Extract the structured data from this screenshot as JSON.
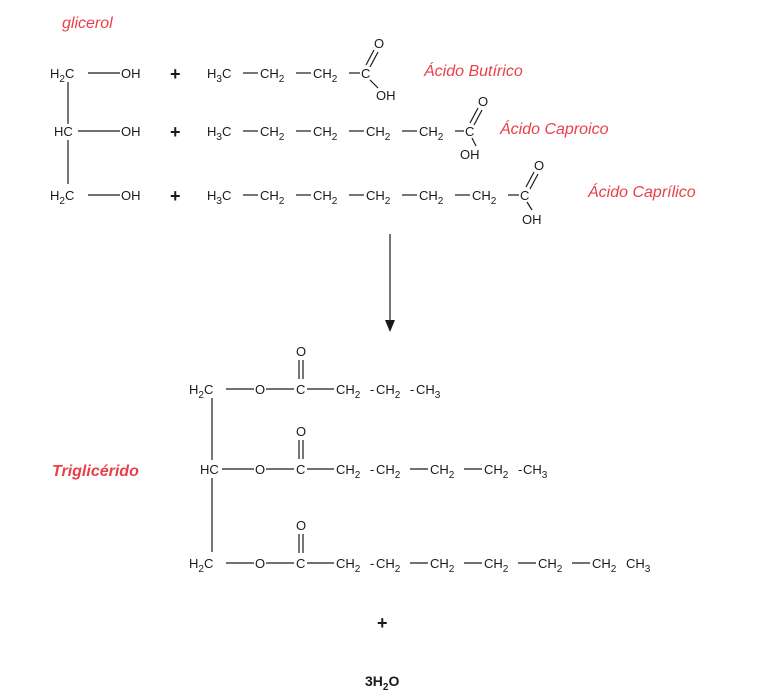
{
  "labels": {
    "glycerol": "glicerol",
    "butyric": "Ácido Butírico",
    "caproic": "Ácido Caproico",
    "caprylic": "Ácido Caprílico",
    "triglyceride": "Triglicérido"
  },
  "symbols": {
    "plus": "+",
    "h2c": "H2C",
    "hc": "HC",
    "oh": "OH",
    "h3c": "H3C",
    "ch2": "CH2",
    "ch3": "CH3",
    "c": "C",
    "o": "O",
    "dash": "-",
    "water": "3H2O"
  },
  "colors": {
    "label": "#e8404a",
    "ink": "#1a1a1a"
  }
}
